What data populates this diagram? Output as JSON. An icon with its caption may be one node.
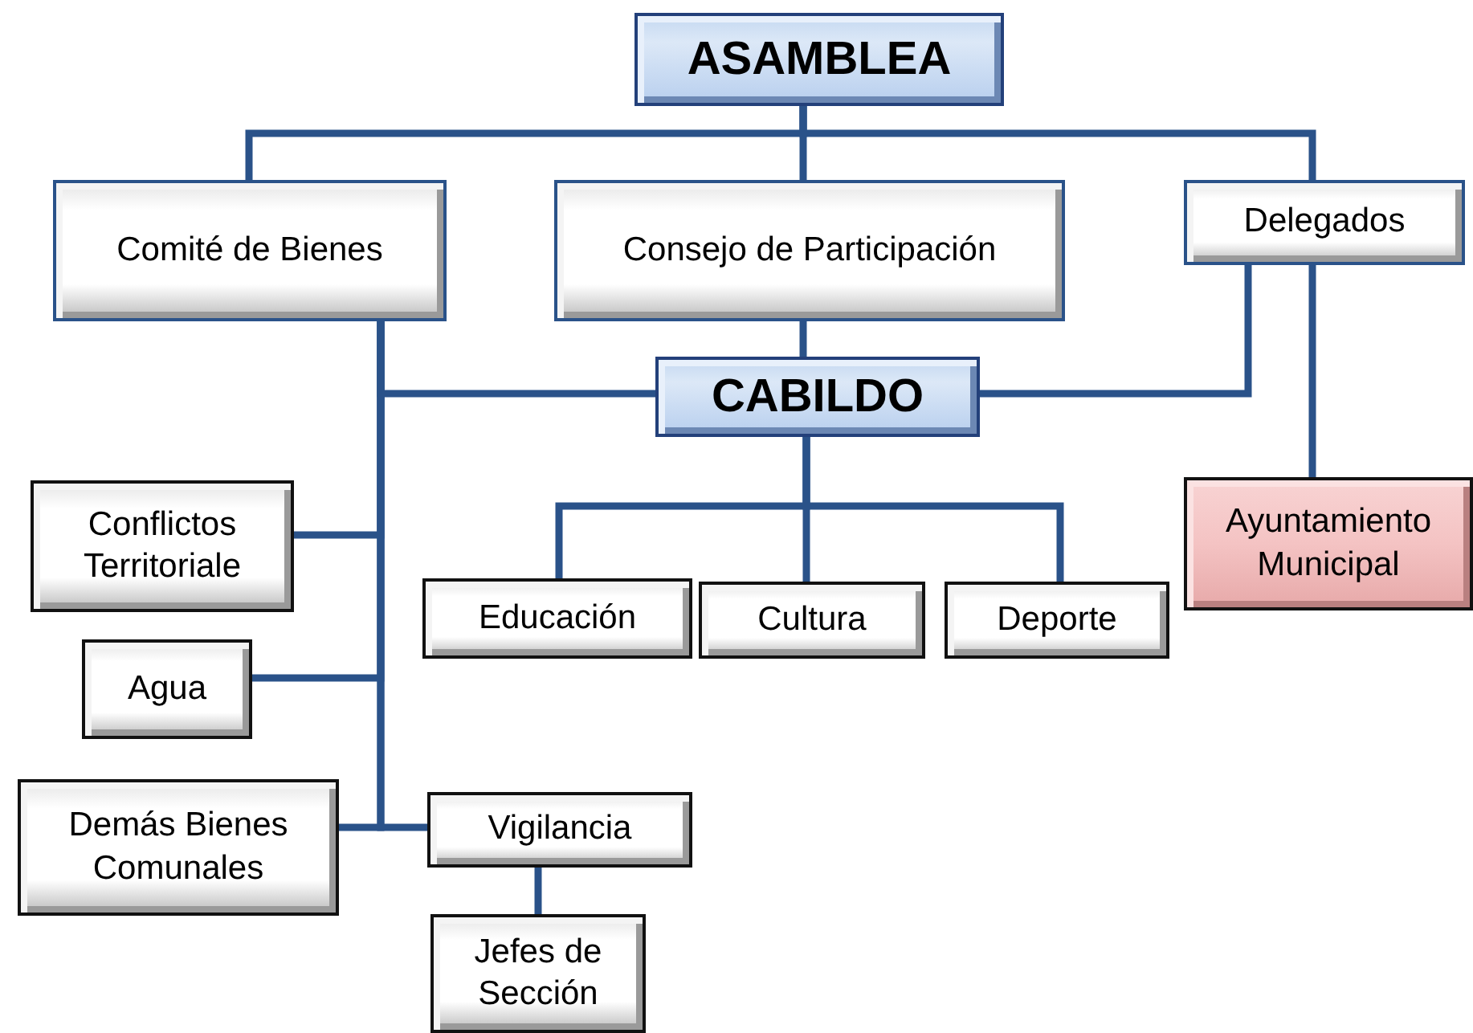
{
  "diagram": {
    "nodes": [
      {
        "text": [
          "ASAMBLEA"
        ]
      },
      {
        "text": [
          "Comité de Bienes"
        ]
      },
      {
        "text": [
          "Consejo de Participación"
        ]
      },
      {
        "text": [
          "Delegados"
        ]
      },
      {
        "text": [
          "CABILDO"
        ]
      },
      {
        "text": [
          "Conflictos Territoriale"
        ]
      },
      {
        "text": [
          "Educación"
        ]
      },
      {
        "text": [
          "Cultura"
        ]
      },
      {
        "text": [
          "Deporte"
        ]
      },
      {
        "text": [
          "Ayuntamiento Municipal"
        ]
      },
      {
        "text": [
          "Agua"
        ]
      },
      {
        "text": [
          "Demás Bienes Comunales"
        ]
      },
      {
        "text": [
          "Vigilancia"
        ]
      },
      {
        "text": [
          "Jefes de Sección"
        ]
      }
    ],
    "edges": [
      {
        "from": 0,
        "to": 1,
        "arrow": "none"
      },
      {
        "from": 0,
        "to": 2,
        "arrow": "none"
      },
      {
        "from": 0,
        "to": 3,
        "arrow": "none"
      },
      {
        "from": 2,
        "to": 4,
        "arrow": "none"
      },
      {
        "from": 1,
        "to": 4,
        "arrow": "none"
      },
      {
        "from": 3,
        "to": 4,
        "arrow": "none"
      },
      {
        "from": 3,
        "to": 9,
        "arrow": "none"
      },
      {
        "from": 1,
        "to": 5,
        "arrow": "none"
      },
      {
        "from": 1,
        "to": 10,
        "arrow": "none"
      },
      {
        "from": 1,
        "to": 11,
        "arrow": "none"
      },
      {
        "from": 1,
        "to": 12,
        "arrow": "none"
      },
      {
        "from": 4,
        "to": 6,
        "arrow": "none"
      },
      {
        "from": 4,
        "to": 7,
        "arrow": "none"
      },
      {
        "from": 4,
        "to": 8,
        "arrow": "none"
      },
      {
        "from": 12,
        "to": 13,
        "arrow": "none"
      }
    ]
  }
}
